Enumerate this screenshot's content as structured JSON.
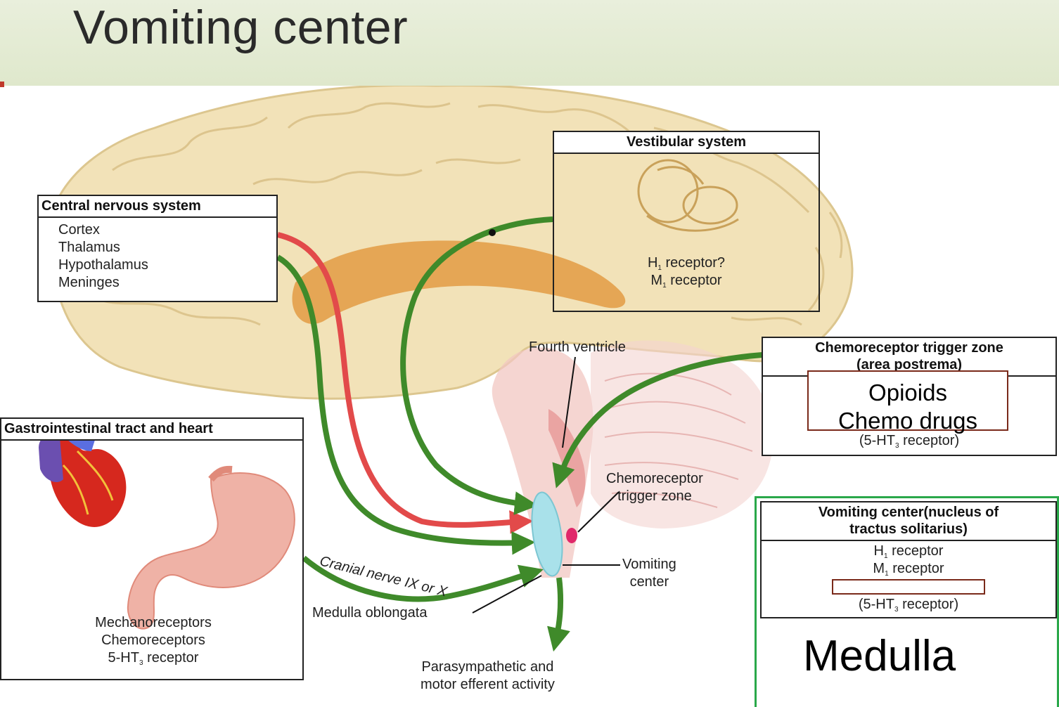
{
  "slide": {
    "title": "Vomiting center"
  },
  "cns": {
    "header": "Central nervous system",
    "items": [
      "Cortex",
      "Thalamus",
      "Hypothalamus",
      "Meninges"
    ]
  },
  "vestibular": {
    "header": "Vestibular system",
    "h1_prefix": "H",
    "h1_sub": "1",
    "h1_suffix": " receptor?",
    "m1_prefix": "M",
    "m1_sub": "1",
    "m1_suffix": " receptor"
  },
  "ctz_box": {
    "header_line1": "Chemoreceptor trigger zone",
    "header_line2": "(area postrema)",
    "overlay_line1": "Opioids",
    "overlay_line2": "Chemo drugs",
    "receptor_prefix": "(5-HT",
    "receptor_sub": "3",
    "receptor_suffix": " receptor)"
  },
  "gi": {
    "header": "Gastrointestinal tract and heart",
    "line1": "Mechanoreceptors",
    "line2": "Chemoreceptors",
    "line3_prefix": "5-HT",
    "line3_sub": "3",
    "line3_suffix": " receptor"
  },
  "vomiting_box": {
    "header_line1": "Vomiting center(nucleus of",
    "header_line2": "tractus solitarius)",
    "h1_prefix": "H",
    "h1_sub": "1",
    "h1_suffix": " receptor",
    "m1_prefix": "M",
    "m1_sub": "1",
    "m1_suffix": " receptor",
    "receptor_prefix": "(5-HT",
    "receptor_sub": "3",
    "receptor_suffix": " receptor)",
    "region_label": "Medulla"
  },
  "labels": {
    "fourth_ventricle": "Fourth ventricle",
    "ctz_line1": "Chemoreceptor",
    "ctz_line2": "trigger zone",
    "vomiting_line1": "Vomiting",
    "vomiting_line2": "center",
    "cranial_nerve": "Cranial nerve IX or X",
    "medulla_oblongata": "Medulla oblongata",
    "output_line1": "Parasympathetic and",
    "output_line2": "motor efferent activity"
  },
  "colors": {
    "brain": "#f2e2b8",
    "brain_fold": "#d9bf86",
    "corpus": "#e3a04a",
    "excitatory_arrow": "#e24a4a",
    "pathway_arrow": "#3f8a2a",
    "vomiting_center": "#a9e1ea",
    "ctz_dot": "#e0286a",
    "medulla_frame": "#2aa84a",
    "overlay_box": "#7a2a1a"
  }
}
